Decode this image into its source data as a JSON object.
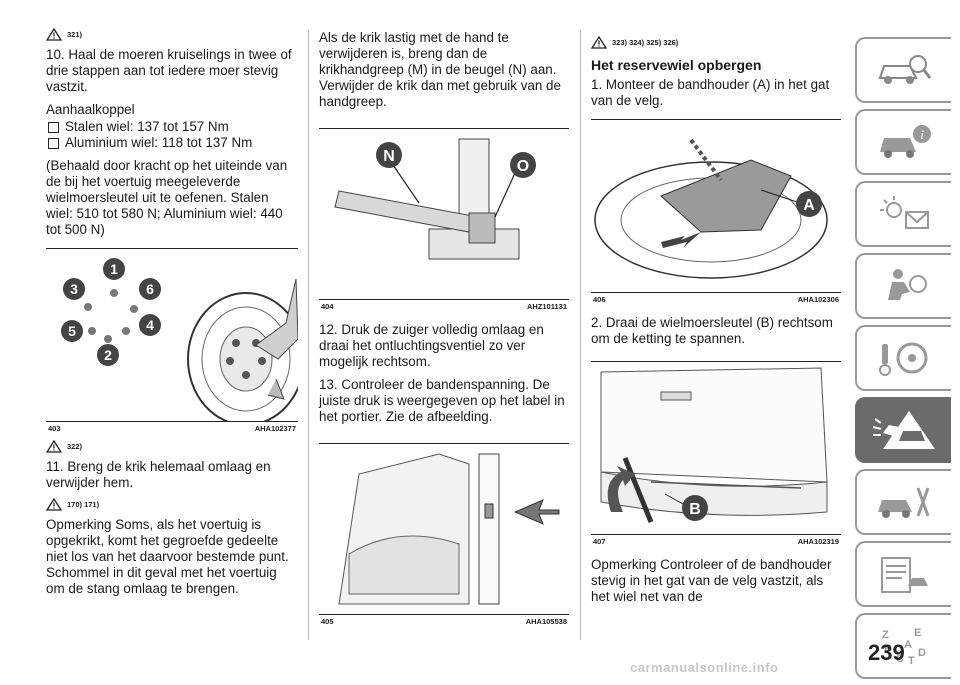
{
  "column1": {
    "ref1": "321)",
    "step10": "10. Haal de moeren kruiselings in twee of drie stappen aan tot iedere moer stevig vastzit.",
    "torque_title": "Aanhaalkoppel",
    "torque_steel": "Stalen wiel: 137 tot 157 Nm",
    "torque_alu": "Aluminium wiel: 118 tot 137 Nm",
    "note": "(Behaald door kracht op het uiteinde van de bij het voertuig meegeleverde wielmoersleutel uit te oefenen. Stalen wiel: 510 tot 580 N; Aluminium wiel: 440 tot 500 N)",
    "fig_num": "403",
    "fig_code": "AHA102377",
    "ref2": "322)",
    "step11": "11. Breng de krik helemaal omlaag en verwijder hem.",
    "ref3": "170) 171)",
    "remark": "Opmerking  Soms, als het voertuig is opgekrikt, komt het gegroefde gedeelte niet los van het daarvoor bestemde punt. Schommel in dit geval met het voertuig om de stang omlaag te brengen.",
    "callouts": [
      "1",
      "3",
      "6",
      "5",
      "4",
      "2"
    ]
  },
  "column2": {
    "intro": "Als de krik lastig met de hand te verwijderen is, breng dan de krikhandgreep (M) in de beugel (N) aan. Verwijder de krik dan met gebruik van de handgreep.",
    "fig404_num": "404",
    "fig404_code": "AHZ101131",
    "labelN": "N",
    "labelO": "O",
    "step12": "12. Druk de zuiger volledig omlaag en draai het ontluchtingsventiel zo ver mogelijk rechtsom.",
    "step13": "13. Controleer de bandenspanning. De juiste druk is weergegeven op het label in het portier. Zie de afbeelding.",
    "fig405_num": "405",
    "fig405_code": "AHA105538"
  },
  "column3": {
    "refs": "323) 324) 325) 326)",
    "heading": "Het reservewiel opbergen",
    "step1": "1. Monteer de bandhouder (A) in het gat van de velg.",
    "fig406_num": "406",
    "fig406_code": "AHA102306",
    "labelA": "A",
    "step2": "2. Draai de wielmoersleutel (B) rechtsom om de ketting te spannen.",
    "fig407_num": "407",
    "fig407_code": "AHA102319",
    "labelB": "B",
    "remark": "Opmerking  Controleer of de bandhouder stevig in het gat van de velg vastzit, als het wiel net van de"
  },
  "page_number": "239",
  "footer": "carmanualsonline.info",
  "sidebar_tabs": [
    "car-search-icon",
    "car-info-icon",
    "lights-mail-icon",
    "airbag-icon",
    "steering-key-icon",
    "warning-car-icon",
    "car-tools-icon",
    "list-car-icon",
    "alphabet-index-icon"
  ],
  "colors": {
    "active_tab": "#6b6b6b",
    "tab_border": "#9a9a9a",
    "callout": "#444444"
  }
}
